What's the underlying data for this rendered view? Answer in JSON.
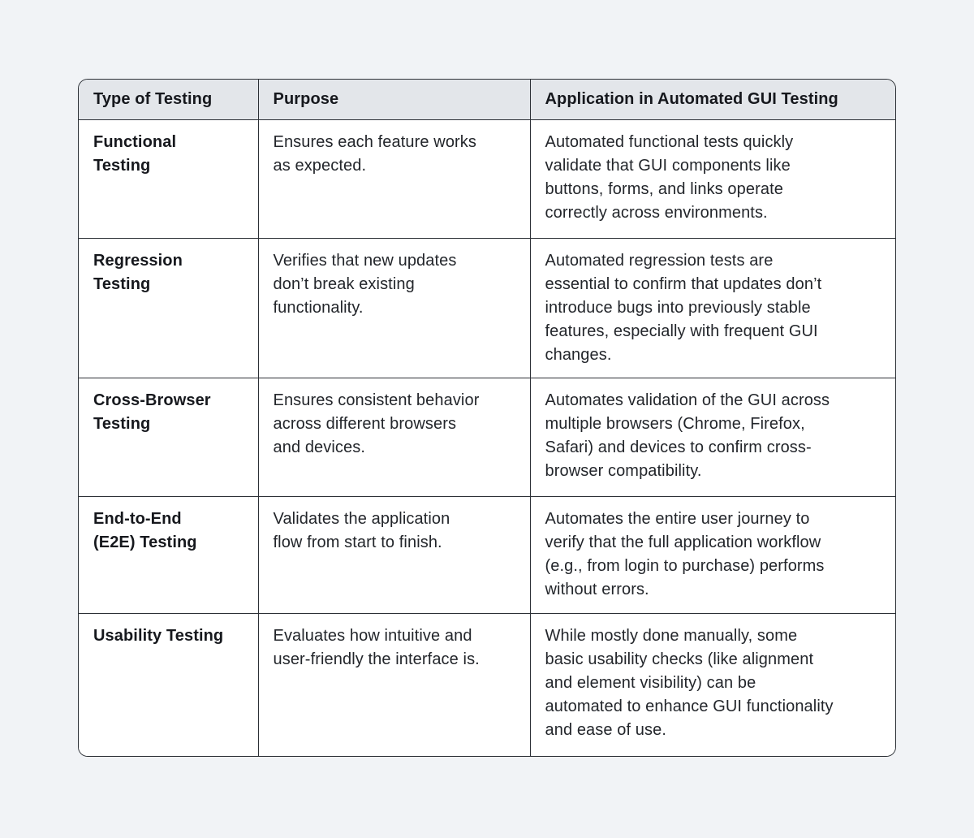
{
  "table": {
    "headers": [
      "Type of Testing",
      "Purpose",
      "Application in Automated GUI Testing"
    ],
    "rows": [
      {
        "type": "Functional\nTesting",
        "purpose": "Ensures each feature works\nas expected.",
        "application": "Automated functional tests quickly\nvalidate that GUI components like\nbuttons, forms, and links operate\ncorrectly across environments."
      },
      {
        "type": "Regression\nTesting",
        "purpose": "Verifies that new updates\ndon’t break existing\nfunctionality.",
        "application": "Automated regression tests are\nessential to confirm that updates don’t\nintroduce bugs into previously stable\nfeatures, especially with frequent GUI\nchanges."
      },
      {
        "type": "Cross-Browser\nTesting",
        "purpose": "Ensures consistent behavior\nacross different browsers\nand devices.",
        "application": "Automates validation of the GUI across\nmultiple browsers (Chrome, Firefox,\nSafari) and devices to confirm cross-\nbrowser compatibility."
      },
      {
        "type": "End-to-End\n(E2E) Testing",
        "purpose": "Validates the application\nflow from start to finish.",
        "application": "Automates the entire user journey to\nverify that the full application workflow\n(e.g., from login to purchase) performs\nwithout errors."
      },
      {
        "type": "Usability Testing",
        "purpose": "Evaluates how intuitive and\nuser-friendly the interface is.",
        "application": "While mostly done manually, some\nbasic usability checks (like alignment\nand element visibility) can be\nautomated to enhance GUI functionality\nand ease of use."
      }
    ]
  },
  "colors": {
    "page_background": "#f1f3f6",
    "header_background": "#e3e6ea",
    "cell_background": "#ffffff",
    "border": "#2c3036",
    "header_text": "#16181d",
    "body_text": "#23262b"
  }
}
